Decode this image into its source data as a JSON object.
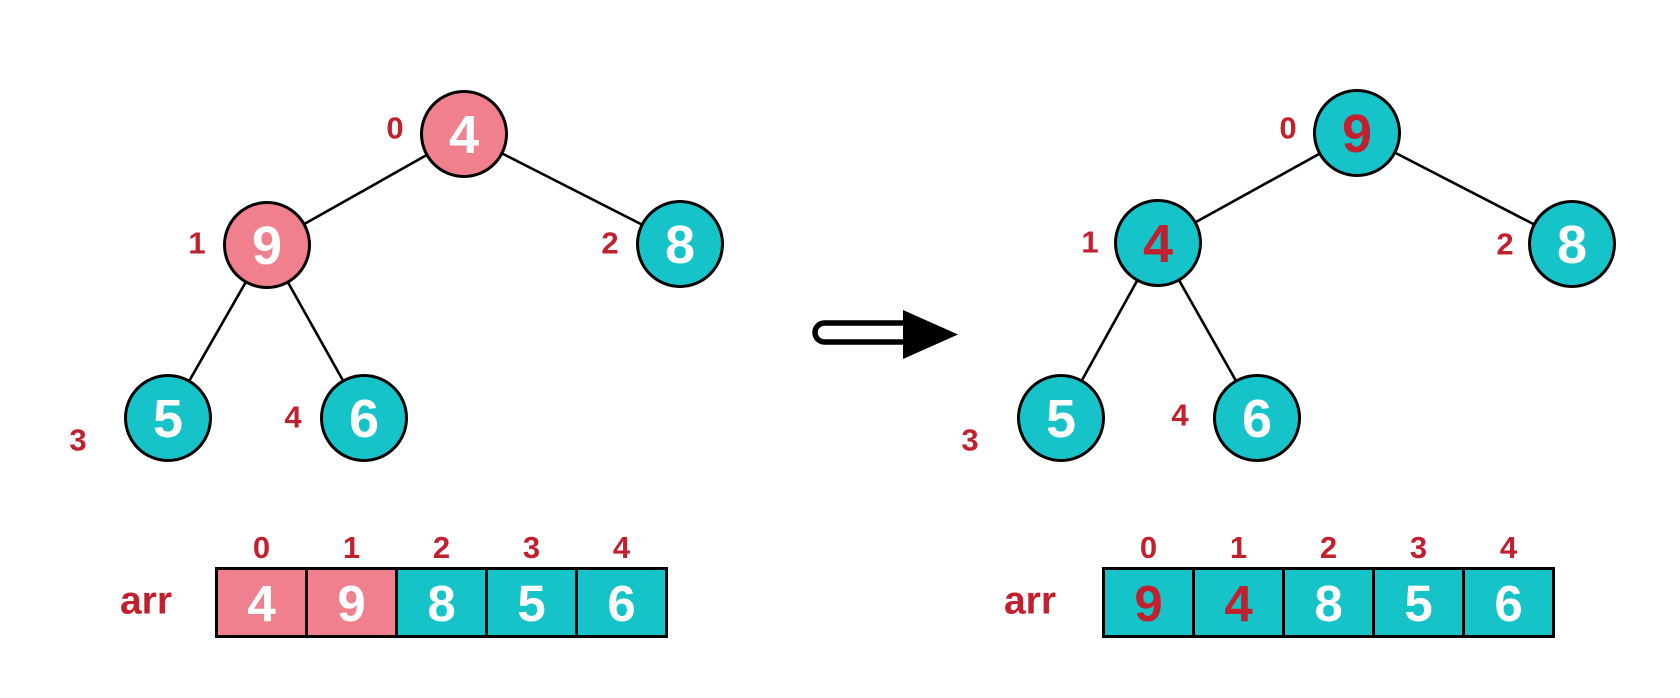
{
  "colors": {
    "pink": "#F0808E",
    "teal": "#15C3C9",
    "red": "#C2202E",
    "black": "#000000",
    "white": "#FFFFFF"
  },
  "arrow": {
    "icon": "right-arrow-icon"
  },
  "left": {
    "tree": {
      "nodes": [
        {
          "index": "0",
          "value": "4"
        },
        {
          "index": "1",
          "value": "9"
        },
        {
          "index": "2",
          "value": "8"
        },
        {
          "index": "3",
          "value": "5"
        },
        {
          "index": "4",
          "value": "6"
        }
      ]
    },
    "array": {
      "label": "arr",
      "indices": [
        "0",
        "1",
        "2",
        "3",
        "4"
      ],
      "values": [
        "4",
        "9",
        "8",
        "5",
        "6"
      ]
    }
  },
  "right": {
    "tree": {
      "nodes": [
        {
          "index": "0",
          "value": "9"
        },
        {
          "index": "1",
          "value": "4"
        },
        {
          "index": "2",
          "value": "8"
        },
        {
          "index": "3",
          "value": "5"
        },
        {
          "index": "4",
          "value": "6"
        }
      ]
    },
    "array": {
      "label": "arr",
      "indices": [
        "0",
        "1",
        "2",
        "3",
        "4"
      ],
      "values": [
        "9",
        "4",
        "8",
        "5",
        "6"
      ]
    }
  }
}
